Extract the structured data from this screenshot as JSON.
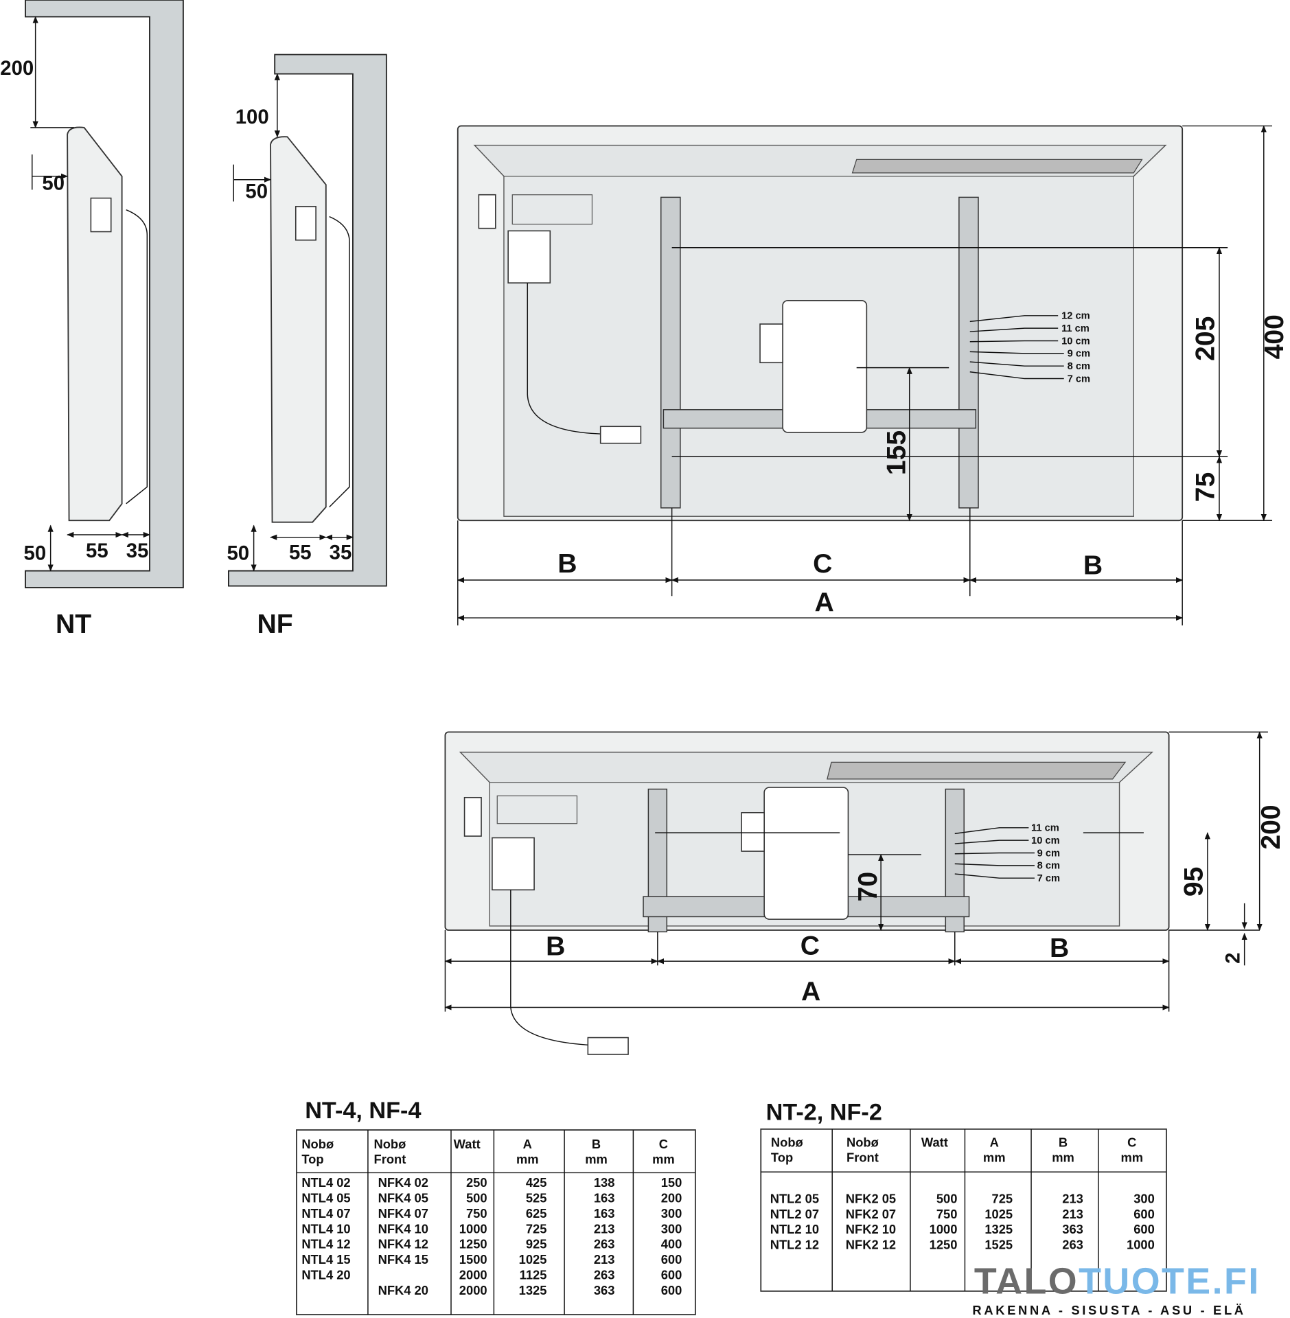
{
  "side_views": [
    {
      "label": "NT",
      "top_clearance": "200",
      "wall_offset": "50",
      "bottom_clearance": "50",
      "depth": "55",
      "gap": "35"
    },
    {
      "label": "NF",
      "top_clearance": "100",
      "wall_offset": "50",
      "bottom_clearance": "50",
      "depth": "55",
      "gap": "35"
    }
  ],
  "front_view_4": {
    "height": "400",
    "hole_spacing": "205",
    "bottom_hole": "75",
    "bracket_height": "155",
    "dim_b": "B",
    "dim_c": "C",
    "dim_a": "A",
    "cm_labels": [
      "12 cm",
      "11 cm",
      "10 cm",
      "9 cm",
      "8 cm",
      "7 cm"
    ]
  },
  "front_view_2": {
    "height": "200",
    "hole_height": "95",
    "offset": "2",
    "bracket_height": "70",
    "dim_b": "B",
    "dim_c": "C",
    "dim_a": "A",
    "cm_labels": [
      "11 cm",
      "10 cm",
      "9 cm",
      "8 cm",
      "7 cm"
    ]
  },
  "table_4": {
    "title": "NT-4, NF-4",
    "headers": [
      [
        "Nobø",
        "Top"
      ],
      [
        "Nobø",
        "Front"
      ],
      [
        "Watt",
        ""
      ],
      [
        "A",
        "mm"
      ],
      [
        "B",
        "mm"
      ],
      [
        "C",
        "mm"
      ]
    ],
    "rows": [
      [
        "NTL4 02",
        "NFK4 02",
        "250",
        "425",
        "138",
        "150"
      ],
      [
        "NTL4 05",
        "NFK4 05",
        "500",
        "525",
        "163",
        "200"
      ],
      [
        "NTL4 07",
        "NFK4 07",
        "750",
        "625",
        "163",
        "300"
      ],
      [
        "NTL4 10",
        "NFK4 10",
        "1000",
        "725",
        "213",
        "300"
      ],
      [
        "NTL4 12",
        "NFK4 12",
        "1250",
        "925",
        "263",
        "400"
      ],
      [
        "NTL4 15",
        "NFK4 15",
        "1500",
        "1025",
        "213",
        "600"
      ],
      [
        "NTL4 20",
        "",
        "2000",
        "1125",
        "263",
        "600"
      ],
      [
        "",
        "NFK4 20",
        "2000",
        "1325",
        "363",
        "600"
      ]
    ]
  },
  "table_2": {
    "title": "NT-2, NF-2",
    "headers": [
      [
        "Nobø",
        "Top"
      ],
      [
        "Nobø",
        "Front"
      ],
      [
        "Watt",
        ""
      ],
      [
        "A",
        "mm"
      ],
      [
        "B",
        "mm"
      ],
      [
        "C",
        "mm"
      ]
    ],
    "rows": [
      [
        "NTL2 05",
        "NFK2 05",
        "500",
        "725",
        "213",
        "300"
      ],
      [
        "NTL2 07",
        "NFK2 07",
        "750",
        "1025",
        "213",
        "600"
      ],
      [
        "NTL2 10",
        "NFK2 10",
        "1000",
        "1325",
        "363",
        "600"
      ],
      [
        "NTL2 12",
        "NFK2 12",
        "1250",
        "1525",
        "263",
        "1000"
      ]
    ]
  },
  "watermark": {
    "brand_a": "TALO",
    "brand_b": "TUOTE.FI",
    "tagline": "RAKENNA - SISUSTA - ASU - ELÄ",
    "grey": "#6b6b6b",
    "blue": "#7ab8e8"
  }
}
